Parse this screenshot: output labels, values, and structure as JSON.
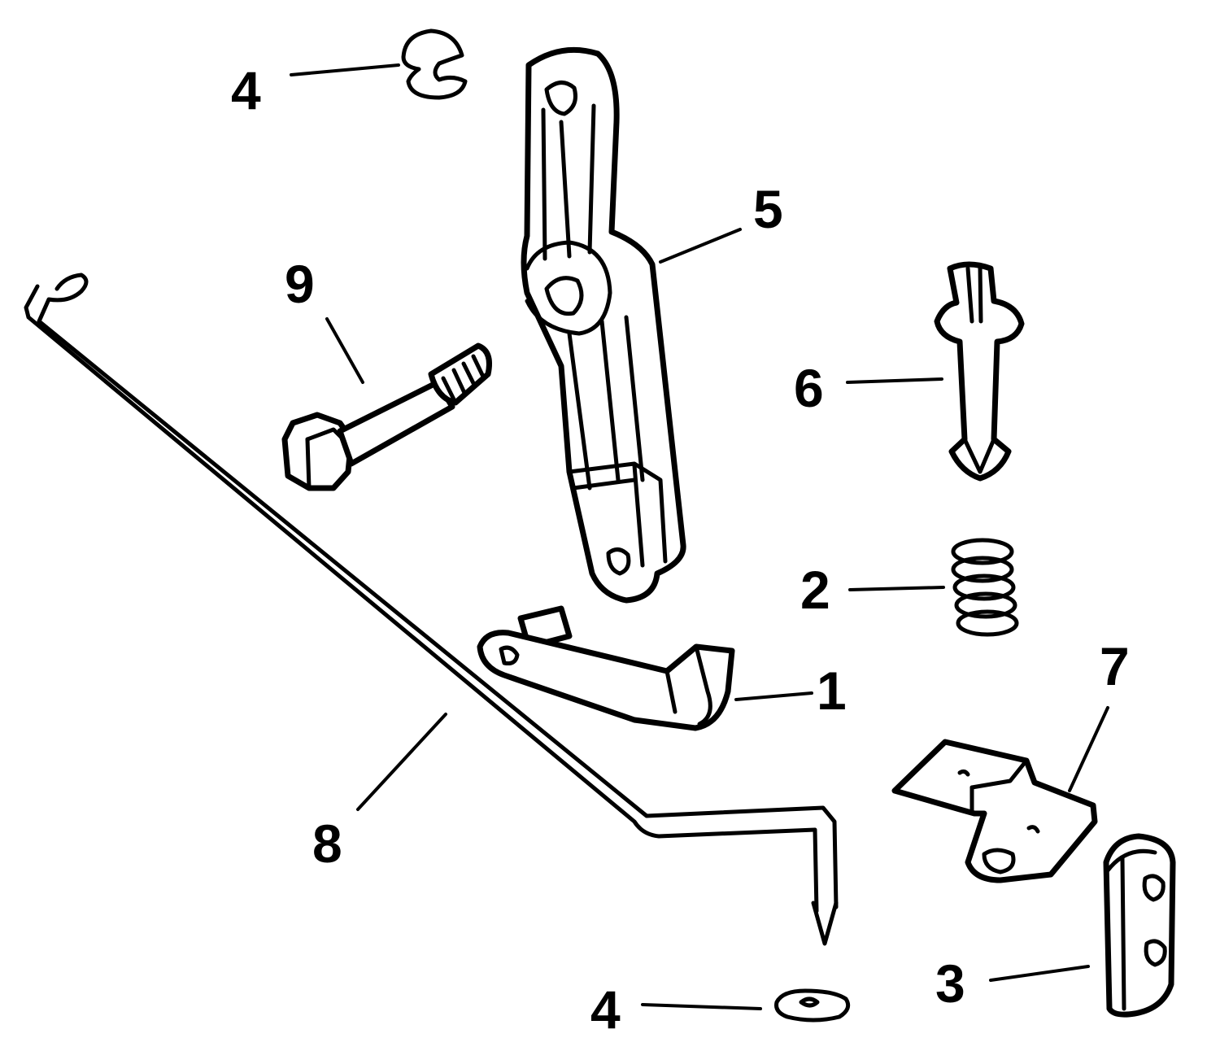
{
  "callouts": [
    {
      "label": "4"
    },
    {
      "label": "5"
    },
    {
      "label": "9"
    },
    {
      "label": "6"
    },
    {
      "label": "2"
    },
    {
      "label": "1"
    },
    {
      "label": "7"
    },
    {
      "label": "8"
    },
    {
      "label": "3"
    },
    {
      "label": "4"
    }
  ]
}
